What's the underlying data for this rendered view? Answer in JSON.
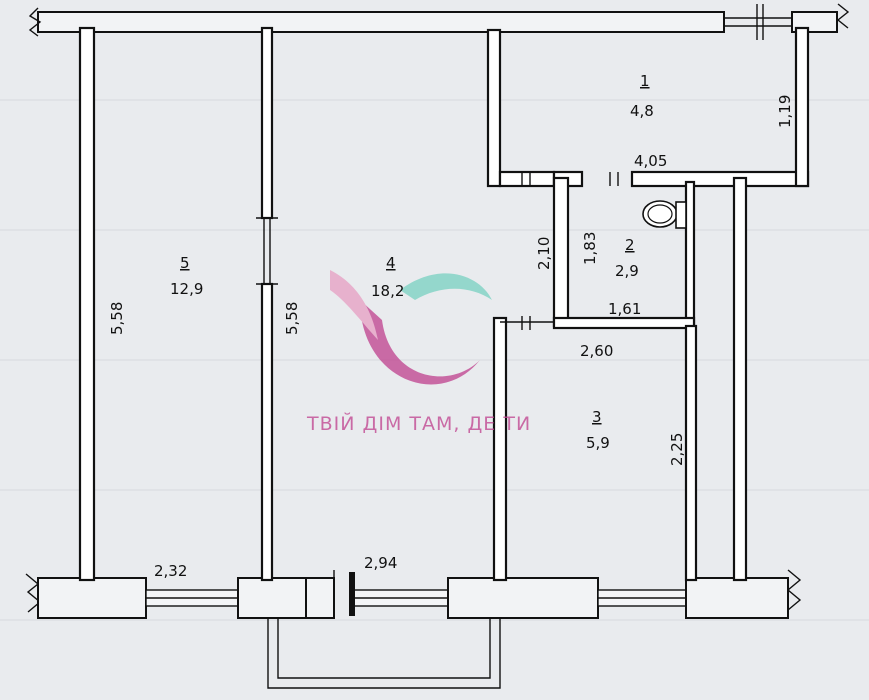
{
  "rooms": [
    {
      "id": "1",
      "area": "4,8"
    },
    {
      "id": "2",
      "area": "2,9"
    },
    {
      "id": "3",
      "area": "5,9"
    },
    {
      "id": "4",
      "area": "18,2"
    },
    {
      "id": "5",
      "area": "12,9"
    }
  ],
  "dimensions": {
    "r5_height": "5,58",
    "r5_width": "2,32",
    "r4_height": "5,58",
    "r4_width": "2,94",
    "r1_height": "1,19",
    "r1_width": "4,05",
    "corr_length": "2,10",
    "r2_height": "1,83",
    "r2_width": "1,61",
    "r3_width": "2,60",
    "r3_height": "2,25"
  },
  "watermark": {
    "text": "ТВІЙ ДІМ ТАМ, ДЕ ТИ",
    "colors": {
      "magenta": "#c24a93",
      "teal": "#7fd3c4",
      "pink": "#e7a3c6"
    }
  }
}
